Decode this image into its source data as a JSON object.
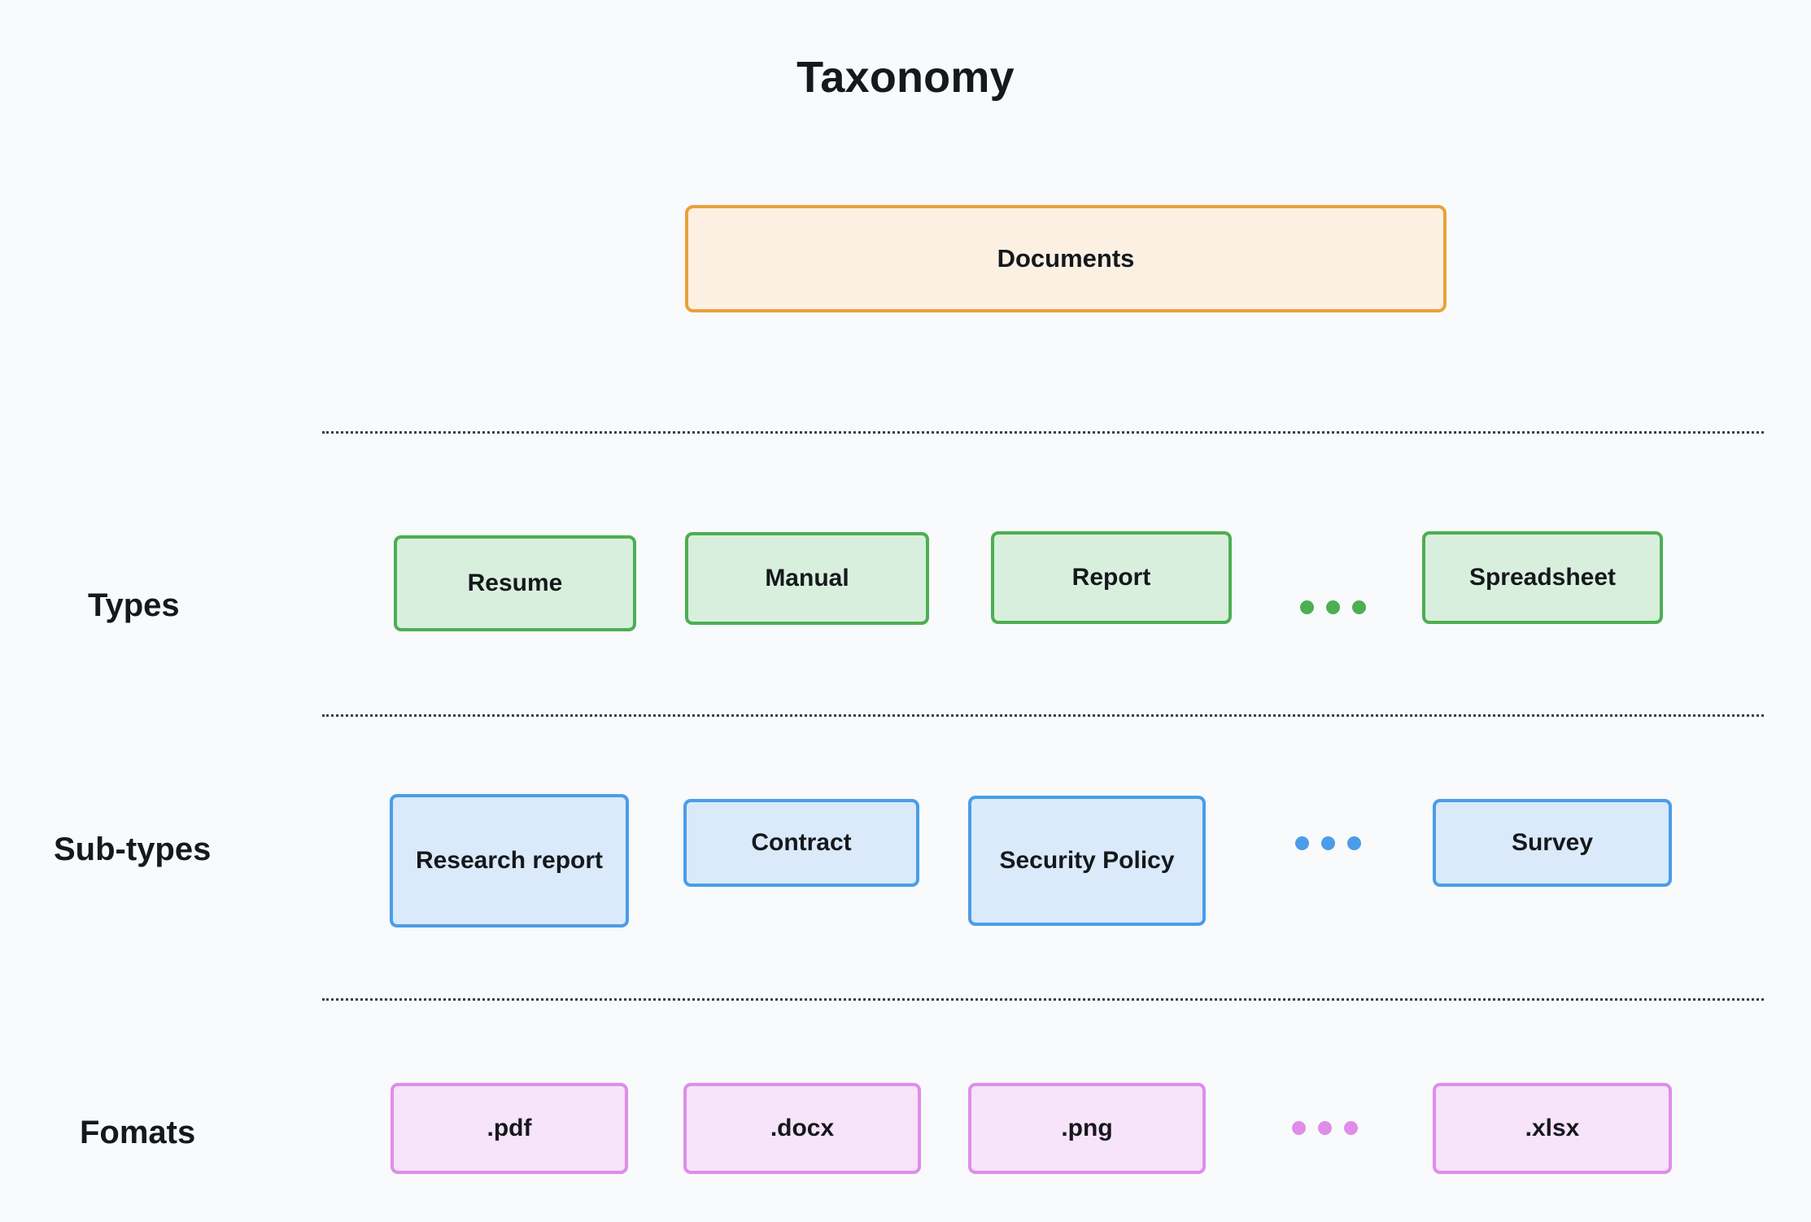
{
  "page": {
    "title": "Taxonomy",
    "background_color": "#F9FAFB",
    "text_color": "#15181C"
  },
  "root": {
    "label": "Documents",
    "border_color": "#E9A13B",
    "fill_color": "#FCF0E3"
  },
  "rows": [
    {
      "label": "Types",
      "accent_color": "#4CAF52",
      "fill_color": "#D9EFDD",
      "items": [
        "Resume",
        "Manual",
        "Report",
        "Spreadsheet"
      ],
      "ellipsis": "..."
    },
    {
      "label": "Sub-types",
      "accent_color": "#4A9DE8",
      "fill_color": "#DAEAFA",
      "items": [
        "Research report",
        "Contract",
        "Security Policy",
        "Survey"
      ],
      "ellipsis": "..."
    },
    {
      "label": "Fomats",
      "accent_color": "#DE8EE9",
      "fill_color": "#F7E3FA",
      "items": [
        ".pdf",
        ".docx",
        ".png",
        ".xlsx"
      ],
      "ellipsis": "..."
    }
  ],
  "dividers": {
    "count": 3,
    "style": "dotted",
    "color": "#3A3F47"
  }
}
